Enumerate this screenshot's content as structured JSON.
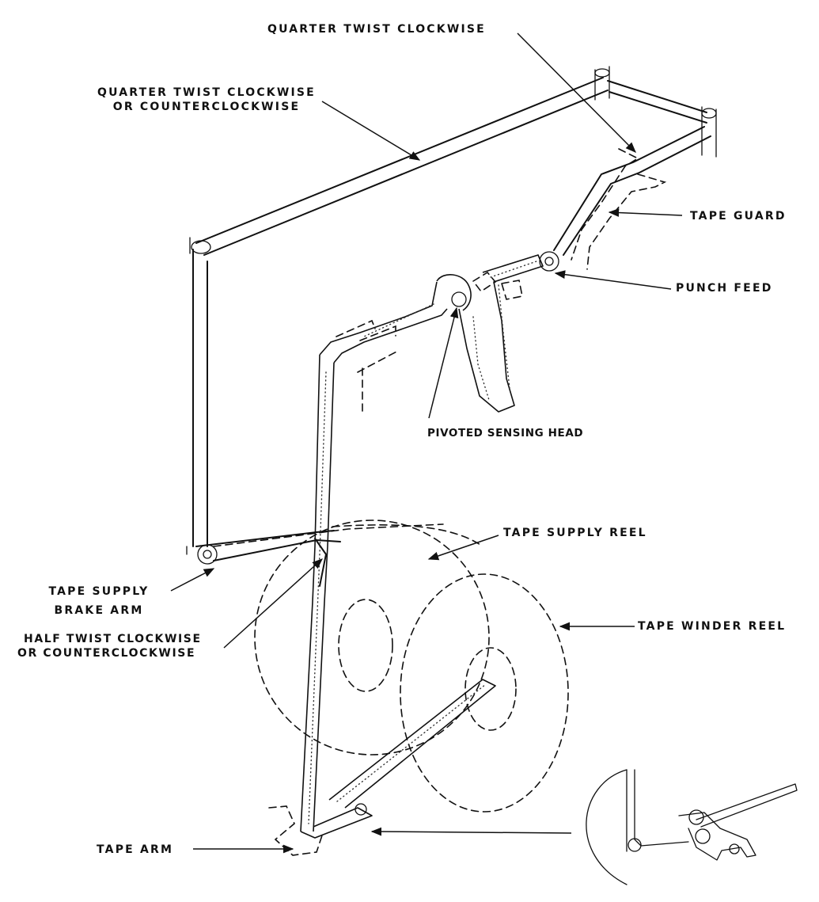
{
  "labels": {
    "quarter_twist_cw": "QUARTER TWIST CLOCKWISE",
    "quarter_twist_cw_ccw_1": "QUARTER TWIST CLOCKWISE",
    "quarter_twist_cw_ccw_2": "OR COUNTERCLOCKWISE",
    "tape_guard": "TAPE GUARD",
    "punch_feed": "PUNCH FEED",
    "pivoted_sensing_head": "PIVOTED SENSING HEAD",
    "tape_supply_reel": "TAPE SUPPLY REEL",
    "tape_supply_brake_arm_1": "TAPE SUPPLY",
    "tape_supply_brake_arm_2": "BRAKE ARM",
    "half_twist_1": "HALF TWIST CLOCKWISE",
    "half_twist_2": "OR COUNTERCLOCKWISE",
    "tape_winder_reel": "TAPE WINDER REEL",
    "tape_arm": "TAPE ARM"
  },
  "colors": {
    "ink": "#111111",
    "paper": "#ffffff"
  }
}
